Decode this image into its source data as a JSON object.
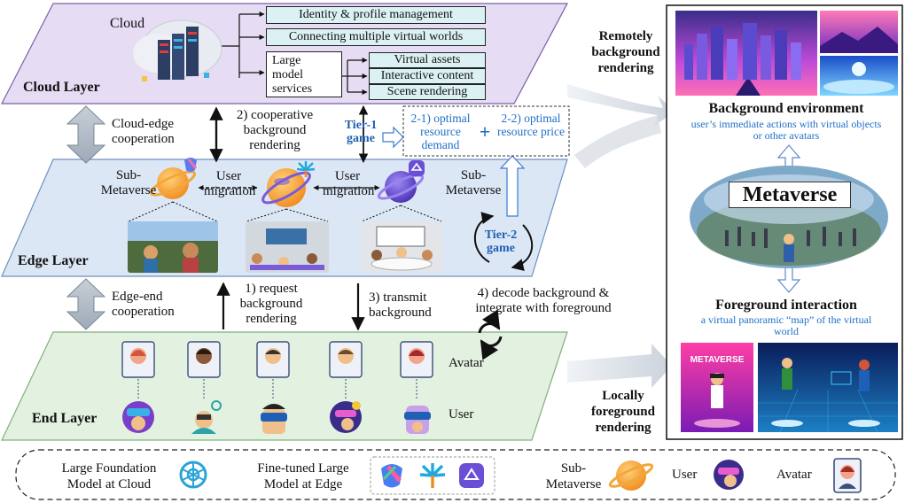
{
  "layers": {
    "cloud": "Cloud Layer",
    "edge": "Edge Layer",
    "end": "End Layer"
  },
  "cloud": {
    "label": "Cloud",
    "services": [
      "Identity & profile management",
      "Connecting multiple virtual worlds"
    ],
    "large_model": "Large model services",
    "outputs": [
      "Virtual assets",
      "Interactive content",
      "Scene rendering"
    ]
  },
  "arrows": {
    "cloud_edge": "Cloud-edge cooperation",
    "edge_end": "Edge-end cooperation",
    "cooperative": "2) cooperative background rendering",
    "request": "1) request background rendering",
    "transmit": "3) transmit background",
    "decode": "4) decode background & integrate with foreground"
  },
  "game": {
    "tier1": "Tier-1 game",
    "tier2": "Tier-2 game",
    "demand": "2-1) optimal resource demand",
    "plus": "+",
    "price": "2-2) optimal resource price"
  },
  "edge": {
    "sub_left": "Sub-Metaverse",
    "sub_right": "Sub-Metaverse",
    "migration1": "User migration",
    "migration2": "User migration"
  },
  "end": {
    "avatar": "Avatar",
    "user": "User"
  },
  "right": {
    "remote": "Remotely background rendering",
    "local": "Locally foreground rendering",
    "bg_title": "Background environment",
    "bg_desc": "user’s immediate actions with virtual objects or other avatars",
    "metaverse": "Metaverse",
    "fg_title": "Foreground interaction",
    "fg_desc": "a virtual panoramic “map” of the virtual world",
    "poster_text": "METAVERSE"
  },
  "legend": {
    "foundation": "Large Foundation Model at Cloud",
    "finetuned": "Fine-tuned Large Model at Edge",
    "submetaverse": "Sub-Metaverse",
    "user": "User",
    "avatar": "Avatar"
  },
  "colors": {
    "cloud_layer": "#e6dcf3",
    "edge_layer": "#dce7f6",
    "end_layer": "#e3f1e0",
    "accent_blue": "#1f6fc8"
  }
}
